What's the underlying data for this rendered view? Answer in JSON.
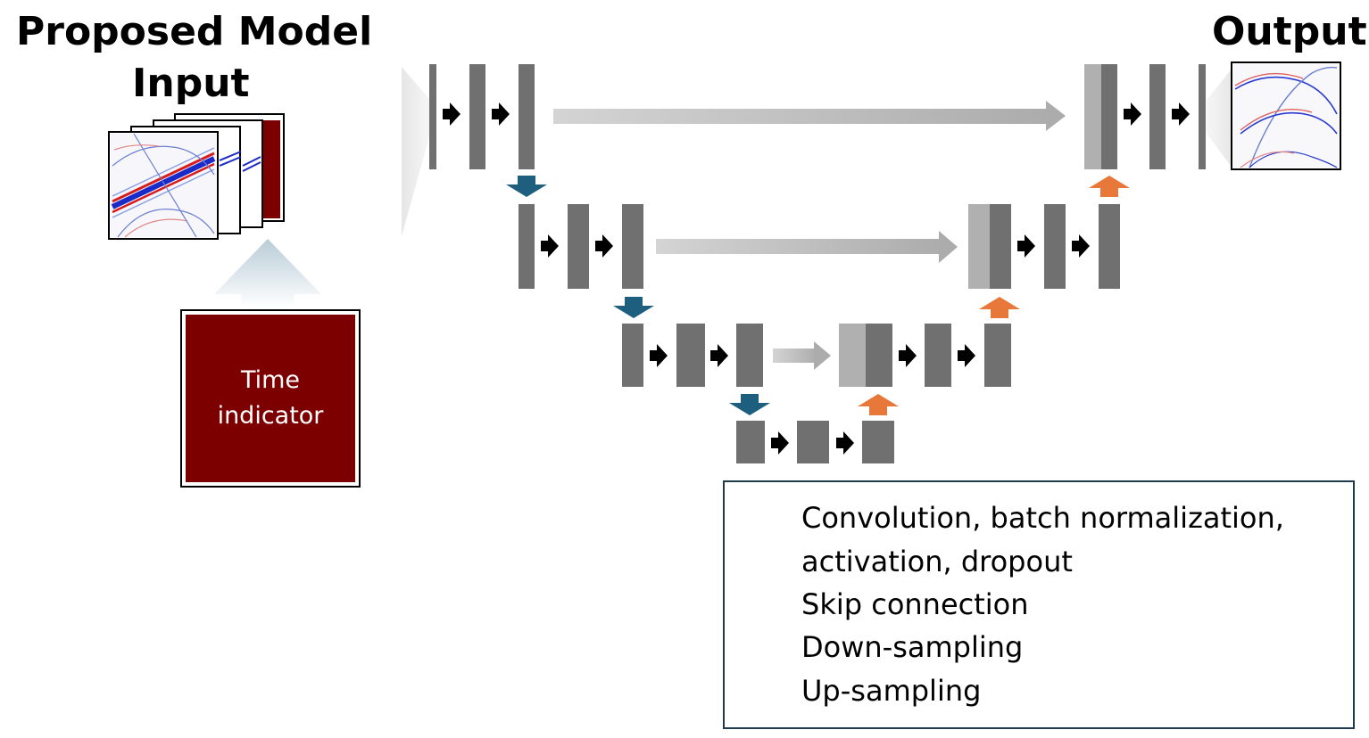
{
  "titles": {
    "proposed_model": "Proposed Model",
    "input": "Input",
    "output": "Output"
  },
  "time_indicator": {
    "line1": "Time",
    "line2": "indicator"
  },
  "legend": {
    "conv_line1": "Convolution, batch normalization,",
    "conv_line2": "activation, dropout",
    "skip": "Skip connection",
    "down": "Down-sampling",
    "up": "Up-sampling"
  },
  "colors": {
    "layer": "#707070",
    "skip_half": "#b0b0b0",
    "down_arrow": "#1e5f80",
    "up_arrow": "#e8783a",
    "skip_arrow": "#b4b4b4",
    "time_indicator": "#7c0000",
    "legend_border": "#1f3a4a"
  }
}
